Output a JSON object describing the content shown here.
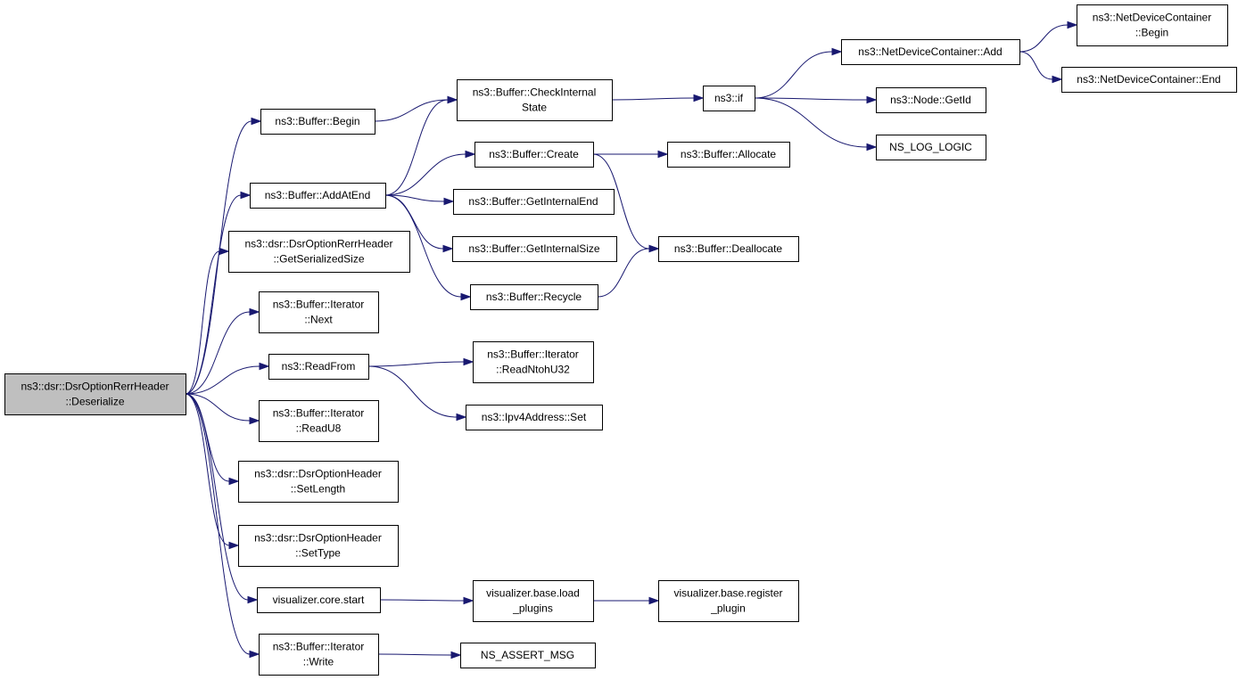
{
  "nodes": {
    "deserialize": [
      "ns3::dsr::DsrOptionRerrHeader",
      "::Deserialize"
    ],
    "buffer_begin": [
      "ns3::Buffer::Begin"
    ],
    "add_at_end": [
      "ns3::Buffer::AddAtEnd"
    ],
    "get_serialized_size": [
      "ns3::dsr::DsrOptionRerrHeader",
      "::GetSerializedSize"
    ],
    "iterator_next": [
      "ns3::Buffer::Iterator",
      "::Next"
    ],
    "read_from": [
      "ns3::ReadFrom"
    ],
    "read_u8": [
      "ns3::Buffer::Iterator",
      "::ReadU8"
    ],
    "set_length": [
      "ns3::dsr::DsrOptionHeader",
      "::SetLength"
    ],
    "set_type": [
      "ns3::dsr::DsrOptionHeader",
      "::SetType"
    ],
    "core_start": [
      "visualizer.core.start"
    ],
    "iterator_write": [
      "ns3::Buffer::Iterator",
      "::Write"
    ],
    "check_internal_state": [
      "ns3::Buffer::CheckInternal",
      "State"
    ],
    "buffer_create": [
      "ns3::Buffer::Create"
    ],
    "get_internal_end": [
      "ns3::Buffer::GetInternalEnd"
    ],
    "get_internal_size": [
      "ns3::Buffer::GetInternalSize"
    ],
    "buffer_recycle": [
      "ns3::Buffer::Recycle"
    ],
    "read_ntoh_u32": [
      "ns3::Buffer::Iterator",
      "::ReadNtohU32"
    ],
    "ipv4_set": [
      "ns3::Ipv4Address::Set"
    ],
    "load_plugins": [
      "visualizer.base.load",
      "_plugins"
    ],
    "assert_msg": [
      "NS_ASSERT_MSG"
    ],
    "ns3_if": [
      "ns3::if"
    ],
    "buffer_allocate": [
      "ns3::Buffer::Allocate"
    ],
    "buffer_deallocate": [
      "ns3::Buffer::Deallocate"
    ],
    "register_plugin": [
      "visualizer.base.register",
      "_plugin"
    ],
    "container_add": [
      "ns3::NetDeviceContainer::Add"
    ],
    "node_get_id": [
      "ns3::Node::GetId"
    ],
    "log_logic": [
      "NS_LOG_LOGIC"
    ],
    "container_begin": [
      "ns3::NetDeviceContainer",
      "::Begin"
    ],
    "container_end": [
      "ns3::NetDeviceContainer::End"
    ]
  },
  "edges": [
    [
      "deserialize",
      "buffer_begin"
    ],
    [
      "deserialize",
      "add_at_end"
    ],
    [
      "deserialize",
      "get_serialized_size"
    ],
    [
      "deserialize",
      "iterator_next"
    ],
    [
      "deserialize",
      "read_from"
    ],
    [
      "deserialize",
      "read_u8"
    ],
    [
      "deserialize",
      "set_length"
    ],
    [
      "deserialize",
      "set_type"
    ],
    [
      "deserialize",
      "core_start"
    ],
    [
      "deserialize",
      "iterator_write"
    ],
    [
      "buffer_begin",
      "check_internal_state"
    ],
    [
      "add_at_end",
      "check_internal_state"
    ],
    [
      "add_at_end",
      "buffer_create"
    ],
    [
      "add_at_end",
      "get_internal_end"
    ],
    [
      "add_at_end",
      "get_internal_size"
    ],
    [
      "add_at_end",
      "buffer_recycle"
    ],
    [
      "read_from",
      "read_ntoh_u32"
    ],
    [
      "read_from",
      "ipv4_set"
    ],
    [
      "core_start",
      "load_plugins"
    ],
    [
      "iterator_write",
      "assert_msg"
    ],
    [
      "check_internal_state",
      "ns3_if"
    ],
    [
      "buffer_create",
      "buffer_allocate"
    ],
    [
      "buffer_create",
      "buffer_deallocate"
    ],
    [
      "buffer_recycle",
      "buffer_deallocate"
    ],
    [
      "load_plugins",
      "register_plugin"
    ],
    [
      "ns3_if",
      "container_add"
    ],
    [
      "ns3_if",
      "node_get_id"
    ],
    [
      "ns3_if",
      "log_logic"
    ],
    [
      "container_add",
      "container_begin"
    ],
    [
      "container_add",
      "container_end"
    ]
  ],
  "colors": {
    "edge": "#191970",
    "root_fill": "#bfbfbf",
    "node_fill": "#ffffff",
    "node_border": "#000000"
  }
}
